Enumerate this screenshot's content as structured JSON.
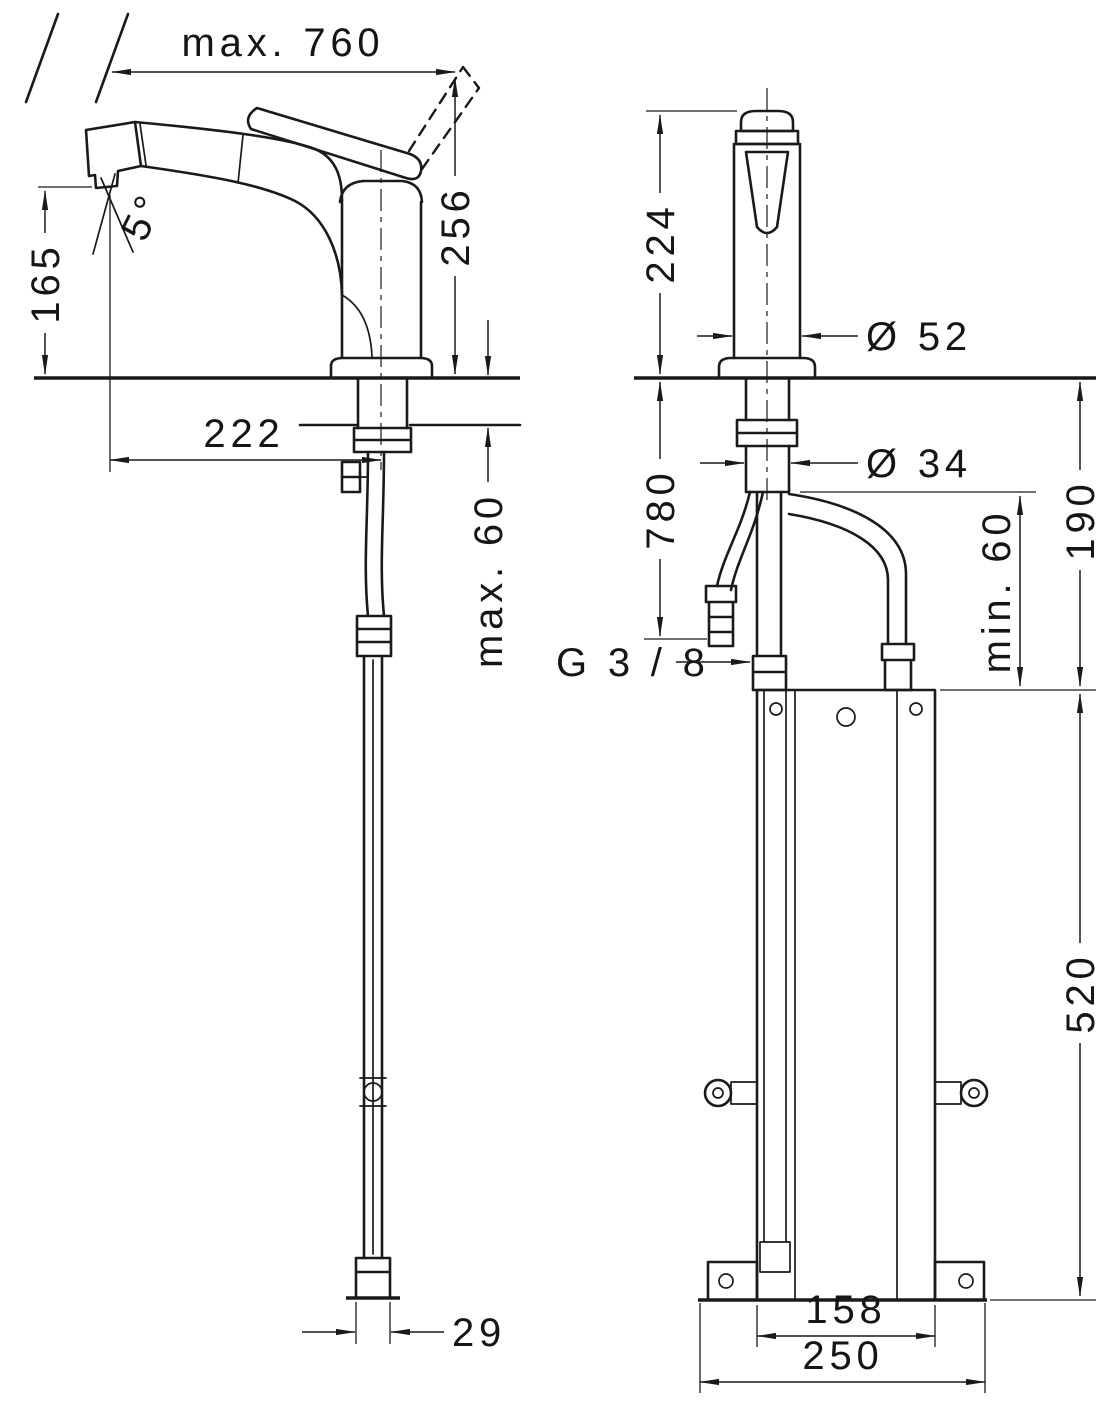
{
  "drawing": {
    "colors": {
      "line": "#1a1a1a",
      "background": "#ffffff"
    },
    "dims": {
      "max_pullout": "max. 760",
      "spout_height": "165",
      "total_height": "256",
      "swivel_angle": "5°",
      "spout_reach": "222",
      "counter_thickness": "max. 60",
      "body_height": "224",
      "body_diameter": "Ø 52",
      "shank_diameter": "Ø 34",
      "hose_length": "780",
      "min_clearance": "min. 60",
      "top_clearance": "190",
      "thread_size": "G 3 / 8",
      "box_height": "520",
      "box_depth": "29",
      "box_width": "158",
      "plate_width": "250"
    }
  }
}
